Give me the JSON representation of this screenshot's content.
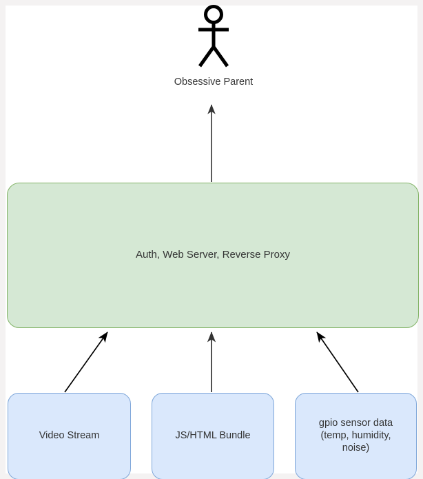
{
  "diagram": {
    "type": "architecture-flow",
    "background_color": "#ffffff",
    "page_border_color": "#f4f2f2"
  },
  "actor": {
    "icon": "stick-figure-actor-icon",
    "label": "Obsessive Parent",
    "color": "#000000"
  },
  "server": {
    "label": "Auth, Web Server, Reverse Proxy",
    "fill_color": "#d5e8d4",
    "border_color": "#82b366",
    "text_color": "#333333"
  },
  "sources": [
    {
      "id": "video-stream",
      "label": "Video Stream",
      "fill_color": "#dae8fc",
      "border_color": "#7ea6d9",
      "text_color": "#333333"
    },
    {
      "id": "js-html-bundle",
      "label": "JS/HTML Bundle",
      "fill_color": "#dae8fc",
      "border_color": "#7ea6d9",
      "text_color": "#333333"
    },
    {
      "id": "gpio-sensor-data",
      "label": "gpio sensor data\n(temp, humidity,\nnoise)",
      "fill_color": "#dae8fc",
      "border_color": "#7ea6d9",
      "text_color": "#333333"
    }
  ],
  "connectors": [
    {
      "id": "server-to-actor",
      "from": "server",
      "to": "actor",
      "style": "vertical-arrow",
      "color": "#333333"
    },
    {
      "id": "video-to-server",
      "from": "video-stream",
      "to": "server",
      "style": "diagonal-arrow",
      "color": "#000000"
    },
    {
      "id": "bundle-to-server",
      "from": "js-html-bundle",
      "to": "server",
      "style": "vertical-arrow",
      "color": "#333333"
    },
    {
      "id": "gpio-to-server",
      "from": "gpio-sensor-data",
      "to": "server",
      "style": "diagonal-arrow",
      "color": "#000000"
    }
  ]
}
